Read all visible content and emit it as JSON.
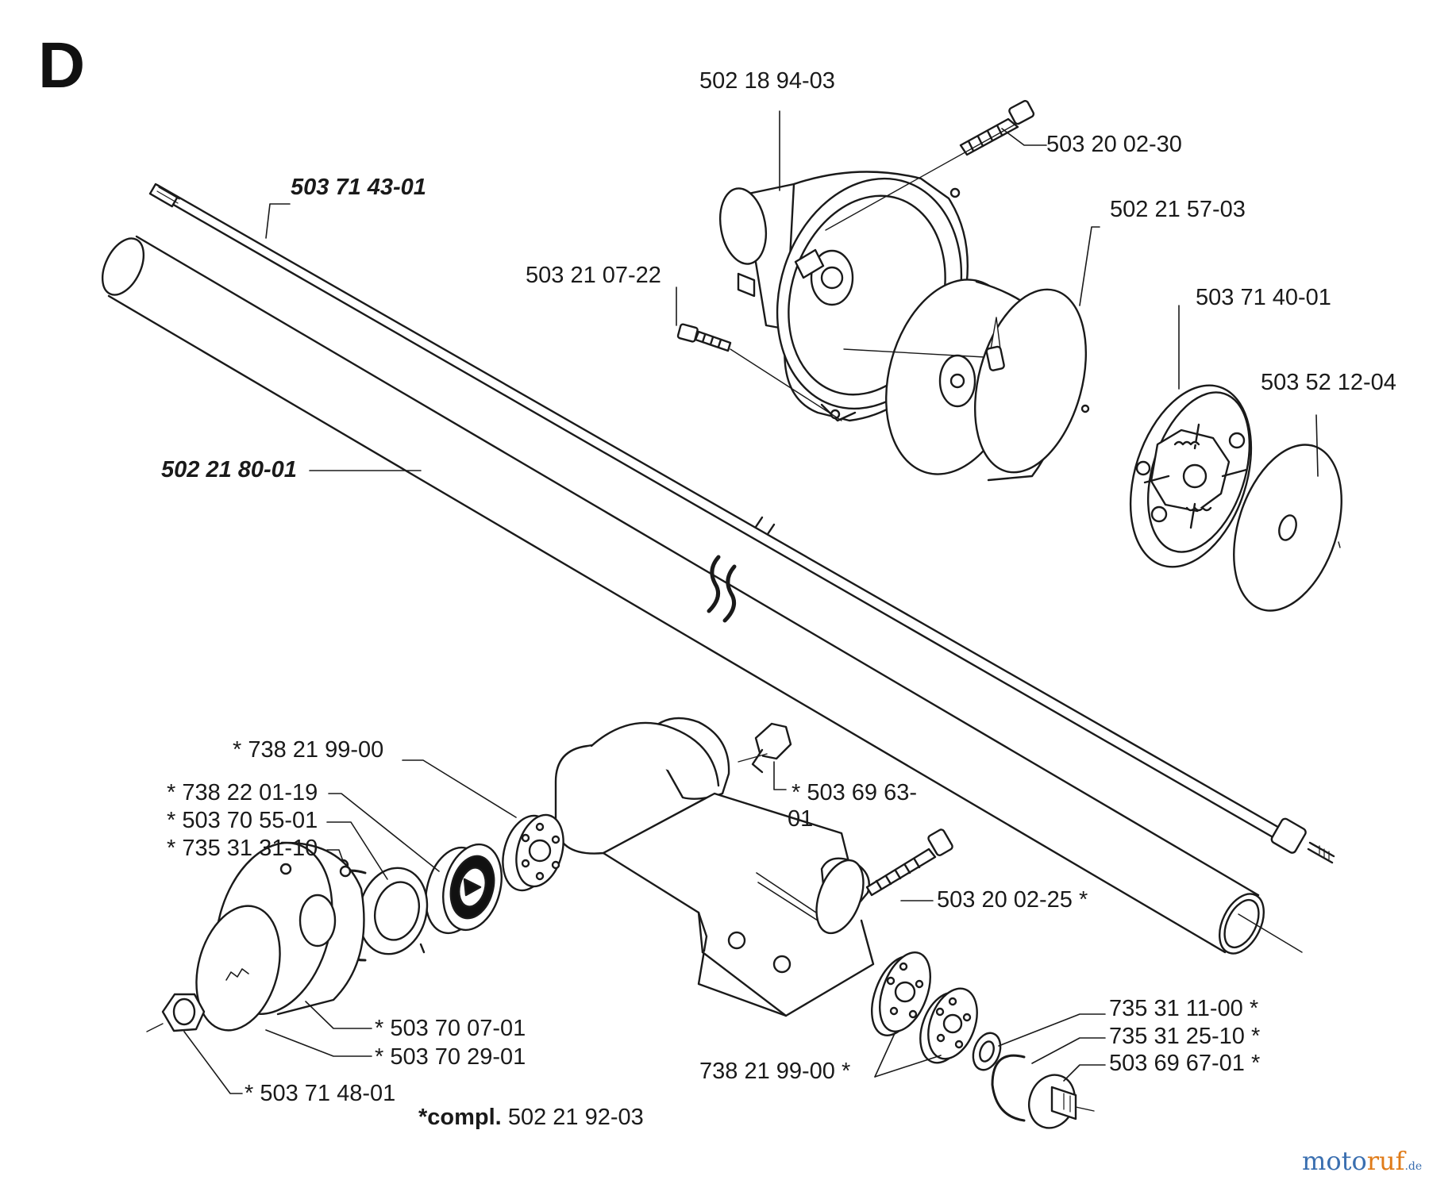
{
  "section_letter": "D",
  "labels": {
    "p_502_18_94_03": "502 18 94-03",
    "p_503_20_02_30": "503 20 02-30",
    "p_503_71_43_01": "503 71 43-01",
    "p_502_21_57_03": "502 21 57-03",
    "p_503_21_07_22": "503 21 07-22",
    "p_503_71_40_01": "503 71 40-01",
    "p_503_52_12_04": "503 52 12-04",
    "p_502_21_80_01": "502 21 80-01",
    "p_738_21_99_00_a": "* 738 21 99-00",
    "p_503_69_63_01_a": "* 503 69 63-",
    "p_503_69_63_01_b": "01",
    "p_738_22_01_19": "* 738 22 01-19",
    "p_503_70_55_01": "* 503 70 55-01",
    "p_735_31_31_10": "* 735 31 31-10",
    "p_503_20_02_25": "503 20 02-25 *",
    "p_735_31_11_00": "735 31 11-00 *",
    "p_735_31_25_10": "735 31 25-10 *",
    "p_503_69_67_01": "503 69 67-01 *",
    "p_503_70_07_01": "* 503 70 07-01",
    "p_503_70_29_01": "* 503 70 29-01",
    "p_738_21_99_00_b": "738 21 99-00 *",
    "p_503_71_48_01": "* 503 71 48-01"
  },
  "compl": {
    "prefix": "*compl.",
    "number": "502 21 92-03"
  },
  "watermark": {
    "part1": "moto",
    "part2": "ruf",
    "part3": ".de"
  }
}
